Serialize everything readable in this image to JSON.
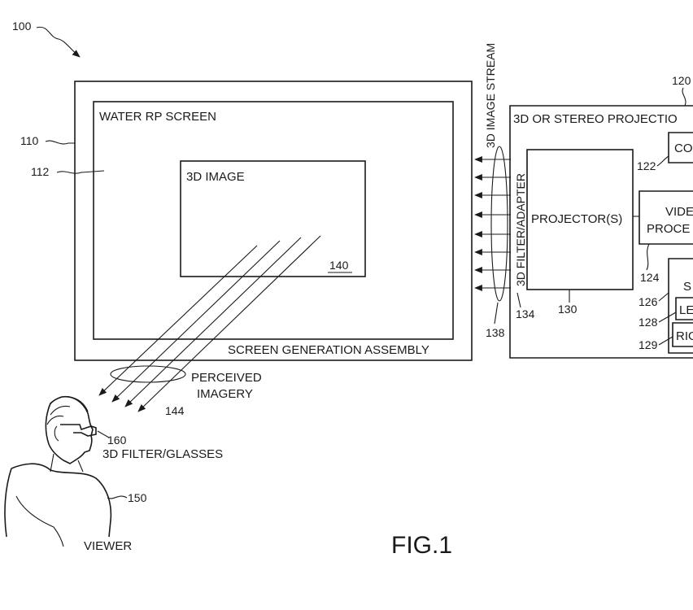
{
  "figure": {
    "figure_label": "FIG.1",
    "refs": {
      "system": "100",
      "screen_assembly": "110",
      "screen": "112",
      "stereo_system": "120",
      "controller": "122",
      "video_processor": "124",
      "storage": "126",
      "left_stream": "128",
      "right_stream": "129",
      "projector": "130",
      "filter": "134",
      "stream": "138",
      "image": "140",
      "imagery": "144",
      "viewer": "150",
      "glasses": "160"
    },
    "labels": {
      "water_rp_screen": "WATER RP SCREEN",
      "three_d_image": "3D IMAGE",
      "screen_generation_assembly": "SCREEN GENERATION ASSEMBLY",
      "three_d_image_stream": "3D IMAGE STREAM",
      "stereo_projection": "3D OR STEREO PROJECTIO",
      "filter_adapter": "3D FILTER/ADAPTER",
      "projectors": "PROJECTOR(S)",
      "controller_partial": "CO",
      "video_line1": "VIDE",
      "video_line2": "PROCE",
      "storage_partial": "S",
      "left_partial": "LE",
      "right_partial": "RIG",
      "perceived_line1": "PERCEIVED",
      "perceived_line2": "IMAGERY",
      "glasses_label": "3D FILTER/GLASSES",
      "viewer_label": "VIEWER"
    }
  }
}
